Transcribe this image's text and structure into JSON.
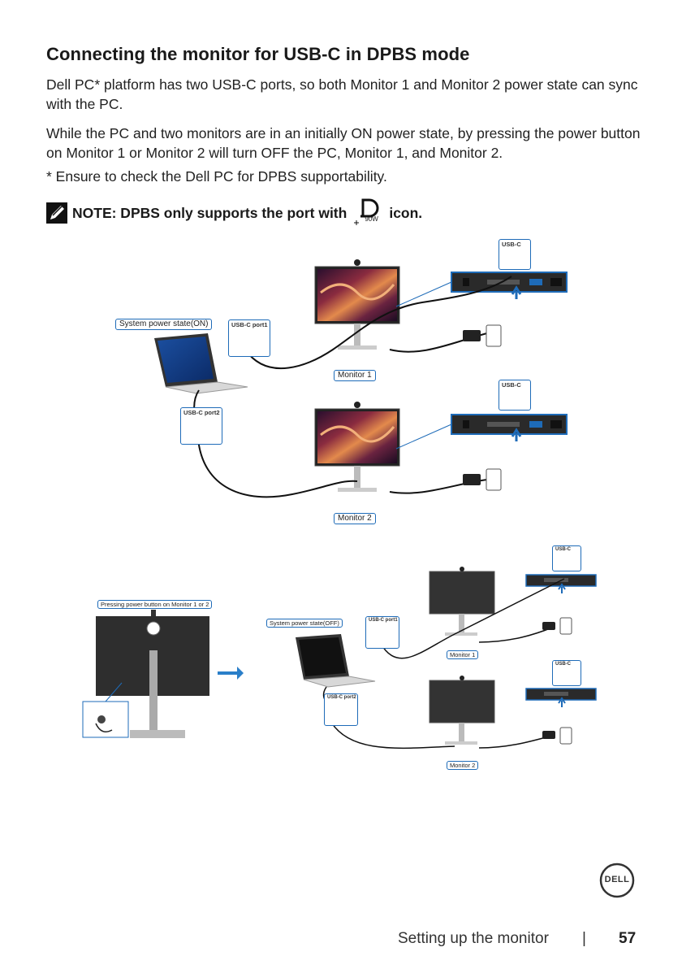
{
  "heading": "Connecting the monitor for USB-C in DPBS mode",
  "paragraphs": [
    "Dell PC* platform has two USB-C ports, so both Monitor 1 and Monitor 2 power state can sync with the PC.",
    "While the PC and two monitors are in an initially ON power state, by pressing the power button on Monitor 1 or Monitor 2 will turn OFF the PC, Monitor 1, and Monitor 2.",
    "* Ensure to check the Dell PC for DPBS supportability."
  ],
  "note": {
    "prefix": "NOTE: DPBS only supports the port with",
    "suffix": "icon.",
    "icon_label": "90W",
    "icon_name": "dp-power-delivery-icon"
  },
  "diagram_top": {
    "system_state": "System power state(ON)",
    "port1": "USB-C port1",
    "port2": "USB-C port2",
    "monitor1": "Monitor 1",
    "monitor2": "Monitor 2",
    "usbc": "USB-C"
  },
  "diagram_bottom": {
    "pressing": "Pressing power button on Monitor 1 or 2",
    "system_state": "System power state(OFF)",
    "port1": "USB-C port1",
    "port2": "USB-C port2",
    "monitor1": "Monitor 1",
    "monitor2": "Monitor 2",
    "usbc": "USB-C"
  },
  "footer": {
    "section": "Setting up the monitor",
    "separator": "|",
    "page": "57",
    "logo": "DELL"
  },
  "colors": {
    "accent_blue": "#1e6bb8",
    "arrow_blue": "#2a7fc9"
  }
}
